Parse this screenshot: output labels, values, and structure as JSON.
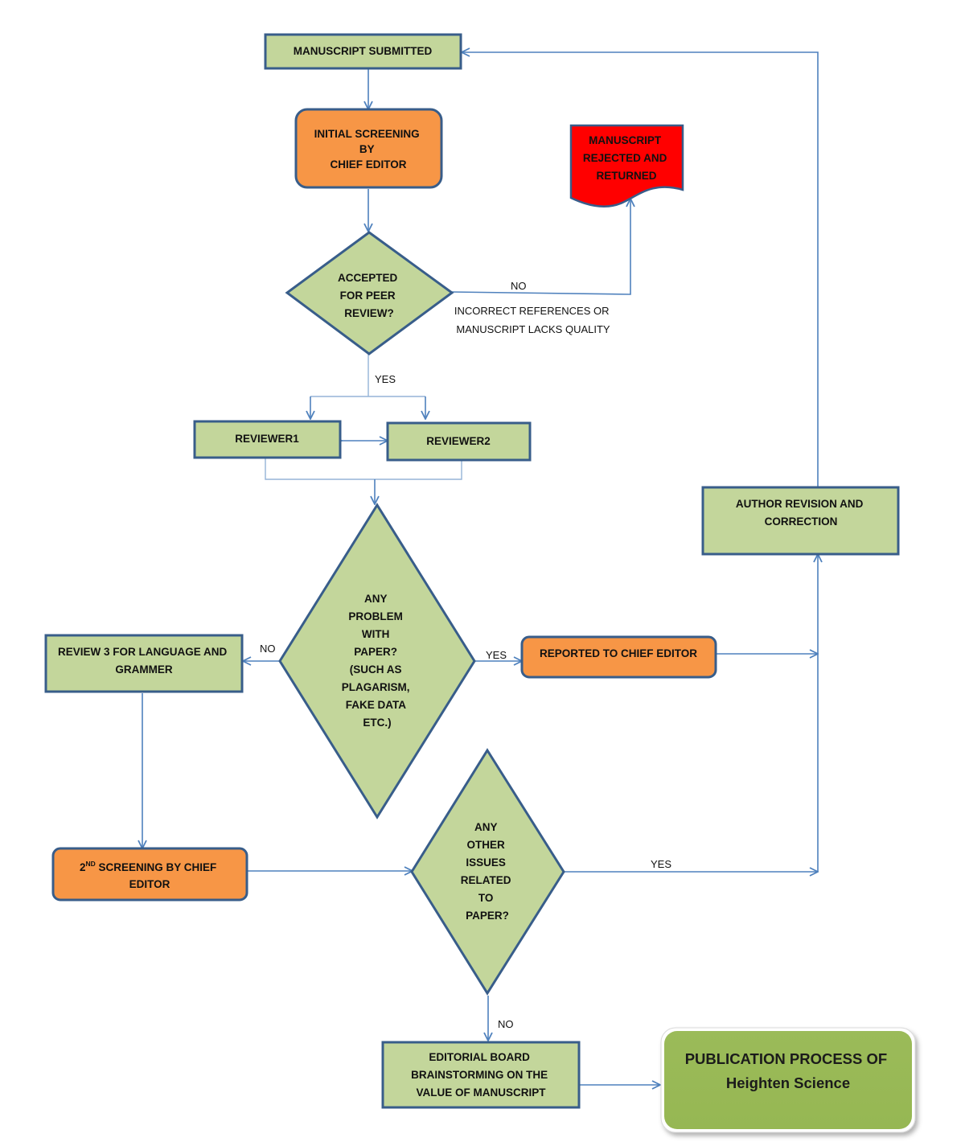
{
  "nodes": {
    "manuscript_submitted": {
      "lines": [
        "MANUSCRIPT SUBMITTED"
      ]
    },
    "initial_screening": {
      "lines": [
        "INITIAL SCREENING",
        "BY",
        "CHIEF EDITOR"
      ]
    },
    "rejected": {
      "lines": [
        "MANUSCRIPT",
        "REJECTED AND",
        "RETURNED"
      ]
    },
    "accepted_decision": {
      "lines": [
        "ACCEPTED",
        "FOR PEER",
        "REVIEW?"
      ]
    },
    "reviewer1": {
      "lines": [
        "REVIEWER1"
      ]
    },
    "reviewer2": {
      "lines": [
        "REVIEWER2"
      ]
    },
    "problem_decision": {
      "lines": [
        "ANY",
        "PROBLEM",
        "WITH",
        "PAPER?",
        "(SUCH AS",
        "PLAGARISM,",
        "FAKE DATA",
        "ETC.)"
      ]
    },
    "review3": {
      "lines": [
        "REVIEW 3 FOR LANGUAGE AND",
        "GRAMMER"
      ]
    },
    "reported": {
      "lines": [
        "REPORTED TO CHIEF EDITOR"
      ]
    },
    "author_revision": {
      "lines": [
        "AUTHOR REVISION AND",
        "CORRECTION"
      ]
    },
    "second_screening": {
      "line1_prefix": "2",
      "line1_sup": "ND",
      "line1_rest": " SCREENING BY CHIEF",
      "line2": "EDITOR"
    },
    "other_issues": {
      "lines": [
        "ANY",
        "OTHER",
        "ISSUES",
        "RELATED",
        "TO",
        "PAPER?"
      ]
    },
    "editorial_board": {
      "lines": [
        "EDITORIAL BOARD",
        "BRAINSTORMING ON THE",
        "VALUE OF MANUSCRIPT"
      ]
    },
    "publication_title": {
      "lines": [
        "PUBLICATION PROCESS OF",
        "Heighten Science"
      ]
    }
  },
  "edge_labels": {
    "no_reject": "NO",
    "reject_reason": [
      "INCORRECT REFERENCES OR",
      "MANUSCRIPT LACKS QUALITY"
    ],
    "yes_review": "YES",
    "no_review3": "NO",
    "yes_reported": "YES",
    "yes_other": "YES",
    "no_editorial": "NO"
  },
  "colors": {
    "process_fill": "#c3d69b",
    "editor_fill": "#f79646",
    "reject_fill": "#ff0000",
    "title_fill": "#9bbb59",
    "border": "#385d8a",
    "connector": "#4f81bd"
  }
}
